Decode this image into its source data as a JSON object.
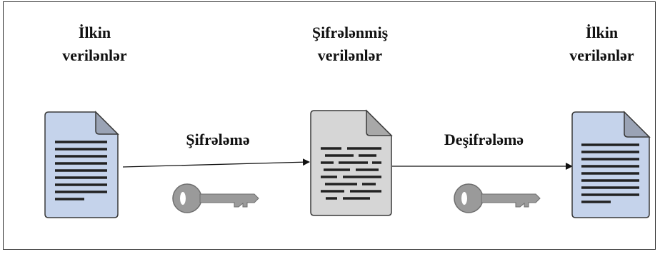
{
  "labels": {
    "source_line1": "İlkin",
    "source_line2": "verilənlər",
    "encrypted_line1": "Şifrələnmiş",
    "encrypted_line2": "verilənlər",
    "result_line1": "İlkin",
    "result_line2": "verilənlər",
    "encrypt_arrow": "Şifrələmə",
    "decrypt_arrow": "Deşifrələmə"
  },
  "colors": {
    "plain_doc_fill": "#c5d3eb",
    "plain_doc_fold": "#9aa3b5",
    "cipher_doc_fill": "#d6d6d6",
    "cipher_doc_fold": "#a8a8a8",
    "doc_lines": "#222222",
    "key": "#9a9a9a"
  },
  "icons": [
    "document-icon",
    "encrypted-document-icon",
    "key-icon"
  ]
}
